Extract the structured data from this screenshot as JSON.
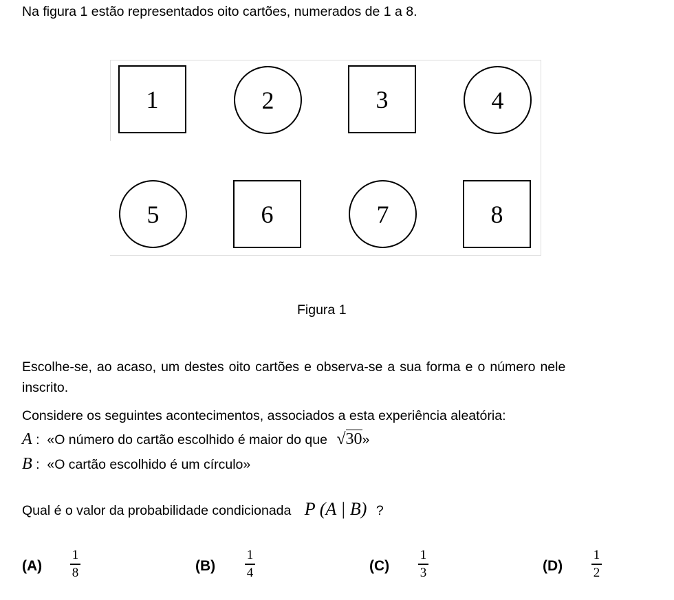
{
  "intro": "Na figura 1 estão representados oito cartões, numerados de 1 a 8.",
  "figure": {
    "caption": "Figura 1",
    "cards": [
      {
        "number": "1",
        "shape": "square"
      },
      {
        "number": "2",
        "shape": "circle"
      },
      {
        "number": "3",
        "shape": "square"
      },
      {
        "number": "4",
        "shape": "circle"
      },
      {
        "number": "5",
        "shape": "circle"
      },
      {
        "number": "6",
        "shape": "square"
      },
      {
        "number": "7",
        "shape": "circle"
      },
      {
        "number": "8",
        "shape": "square"
      }
    ]
  },
  "paragraph1_line1": "Escolhe-se, ao acaso, um destes oito cartões e observa-se a sua forma e o número nele",
  "paragraph1_line2": "inscrito.",
  "paragraph2": "Considere os seguintes acontecimentos, associados a esta experiência aleatória:",
  "eventA": {
    "label": "A",
    "text": "«O número do cartão escolhido é maior do que",
    "radicand": "30",
    "close": "»"
  },
  "eventB": {
    "label": "B",
    "text": "«O cartão escolhido é um círculo»"
  },
  "question": {
    "text": "Qual é o valor da probabilidade condicionada",
    "math": "P (A | B)",
    "end": "?"
  },
  "options": [
    {
      "label": "(A)",
      "num": "1",
      "den": "8"
    },
    {
      "label": "(B)",
      "num": "1",
      "den": "4"
    },
    {
      "label": "(C)",
      "num": "1",
      "den": "3"
    },
    {
      "label": "(D)",
      "num": "1",
      "den": "2"
    }
  ]
}
